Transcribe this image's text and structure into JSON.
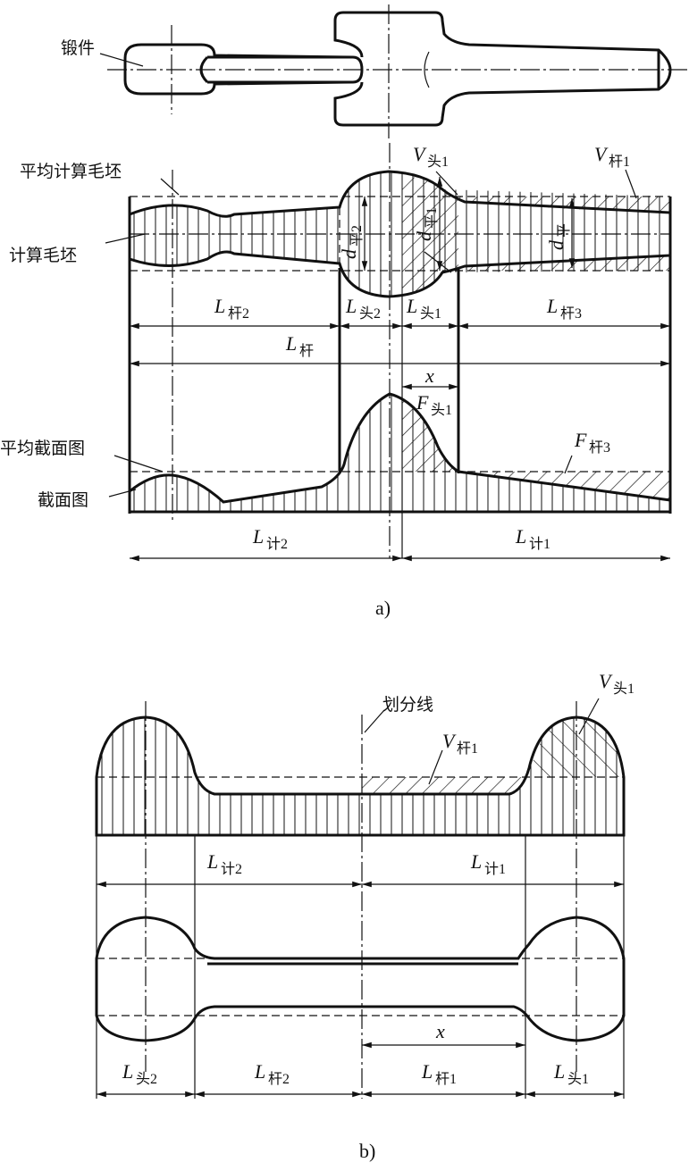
{
  "top_view": {
    "label_forging": "锻件"
  },
  "fig_a": {
    "caption": "a)",
    "label_avg_blank": "平均计算毛坯",
    "label_calc_blank": "计算毛坯",
    "label_avg_section": "平均截面图",
    "label_section": "截面图",
    "V_head1": {
      "main": "V",
      "sub": "头1"
    },
    "V_rod1": {
      "main": "V",
      "sub": "杆1"
    },
    "d_avg2": {
      "main": "d",
      "sub": "平2"
    },
    "d_avg1": {
      "main": "d",
      "sub": "平1"
    },
    "d_avg": {
      "main": "d",
      "sub": "平"
    },
    "L_rod2": {
      "main": "L",
      "sub": "杆2"
    },
    "L_head2": {
      "main": "L",
      "sub": "头2"
    },
    "L_head1": {
      "main": "L",
      "sub": "头1"
    },
    "L_rod3": {
      "main": "L",
      "sub": "杆3"
    },
    "L_rod": {
      "main": "L",
      "sub": "杆"
    },
    "x": "x",
    "F_head1": {
      "main": "F",
      "sub": "头1"
    },
    "F_rod3": {
      "main": "F",
      "sub": "杆3"
    },
    "L_calc2": {
      "main": "L",
      "sub": "计2"
    },
    "L_calc1": {
      "main": "L",
      "sub": "计1"
    }
  },
  "fig_b": {
    "caption": "b)",
    "label_divide_line": "划分线",
    "V_head1": {
      "main": "V",
      "sub": "头1"
    },
    "V_rod1": {
      "main": "V",
      "sub": "杆1"
    },
    "L_calc2": {
      "main": "L",
      "sub": "计2"
    },
    "L_calc1": {
      "main": "L",
      "sub": "计1"
    },
    "x": "x",
    "L_head2": {
      "main": "L",
      "sub": "头2"
    },
    "L_rod2": {
      "main": "L",
      "sub": "杆2"
    },
    "L_rod1": {
      "main": "L",
      "sub": "杆1"
    },
    "L_head1": {
      "main": "L",
      "sub": "头1"
    }
  }
}
